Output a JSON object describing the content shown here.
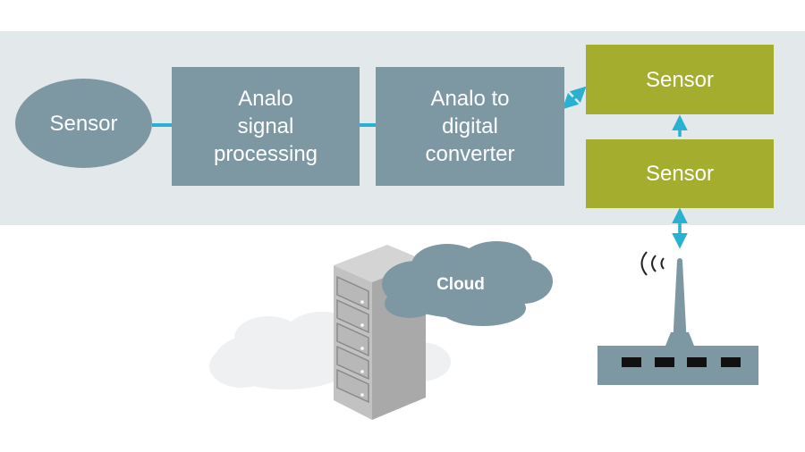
{
  "diagram": {
    "sensor_left": "Sensor",
    "analog_processing": "Analo\nsignal\nprocessing",
    "adc": "Analo to\ndigital\nconverter",
    "sensor_top_right": "Sensor",
    "sensor_bottom_right": "Sensor",
    "cloud": "Cloud"
  },
  "colors": {
    "band": "#e3e8eb",
    "block_grey": "#7d97a3",
    "block_green": "#a4ad2e",
    "connector": "#2ab0d0"
  },
  "icons": [
    "server-rack-icon",
    "cloud-icon",
    "wireless-router-icon",
    "signal-waves-icon"
  ]
}
